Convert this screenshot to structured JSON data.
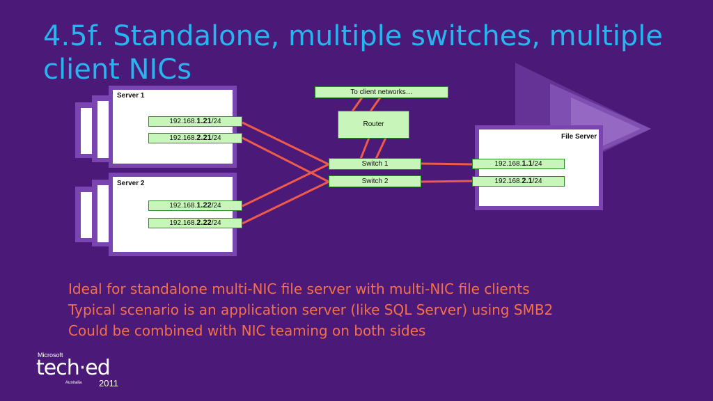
{
  "slide": {
    "title": "4.5f. Standalone, multiple switches, multiple client NICs",
    "bullets": [
      "Ideal for standalone multi-NIC file server with multi-NIC file clients",
      "Typical scenario is an application server (like SQL Server) using SMB2",
      "Could be combined with NIC teaming on both sides"
    ]
  },
  "diagram": {
    "server1": {
      "label": "Server 1",
      "nic1": {
        "prefix": "192.168.",
        "bold": "1.21",
        "suffix": "/24"
      },
      "nic2": {
        "prefix": "192.168.",
        "bold": "2.21",
        "suffix": "/24"
      }
    },
    "server2": {
      "label": "Server 2",
      "nic1": {
        "prefix": "192.168.",
        "bold": "1.22",
        "suffix": "/24"
      },
      "nic2": {
        "prefix": "192.168.",
        "bold": "2.22",
        "suffix": "/24"
      }
    },
    "file_server": {
      "label": "File Server",
      "nic1": {
        "prefix": "192.168.",
        "bold": "1.1",
        "suffix": "/24"
      },
      "nic2": {
        "prefix": "192.168.",
        "bold": "2.1",
        "suffix": "/24"
      }
    },
    "client_networks": "To client networks…",
    "router": "Router",
    "switch1": "Switch 1",
    "switch2": "Switch 2"
  },
  "logo": {
    "microsoft": "Microsoft",
    "teched": "tech·ed",
    "region": "Australia",
    "year": "2011"
  },
  "colors": {
    "background": "#4b1a78",
    "title": "#28b4ee",
    "bullets": "#f3704a",
    "link": "#ef5a4a",
    "nic_fill": "#c8f5b9"
  }
}
